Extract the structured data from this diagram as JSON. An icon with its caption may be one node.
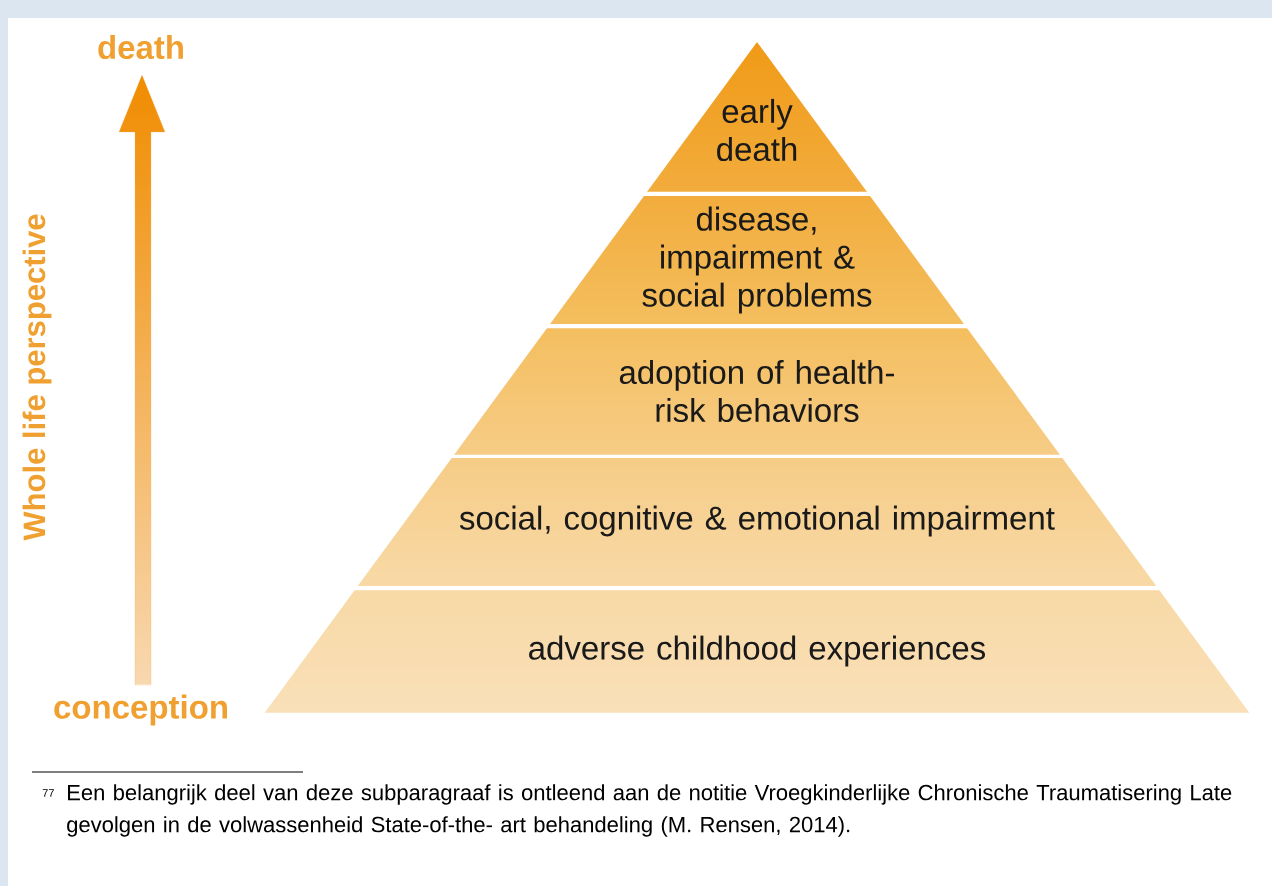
{
  "diagram": {
    "nodes": [
      {
        "text": [
          "early death"
        ]
      },
      {
        "text": [
          "disease, impairment & social problems"
        ]
      },
      {
        "text": [
          "adoption of health-risk behaviors"
        ]
      },
      {
        "text": [
          "social, cognitive & emotional impairment"
        ]
      },
      {
        "text": [
          "adverse childhood experiences"
        ]
      }
    ],
    "labels": [
      "death",
      "Whole life perspective",
      "conception",
      "77",
      "Een belangrijk deel van deze subparagraaf is ontleend aan de notitie Vroegkinderlijke Chronische Traumatisering Late gevolgen in de volwassenheid State-of-the- art behandeling (M. Rensen, 2014)."
    ]
  }
}
